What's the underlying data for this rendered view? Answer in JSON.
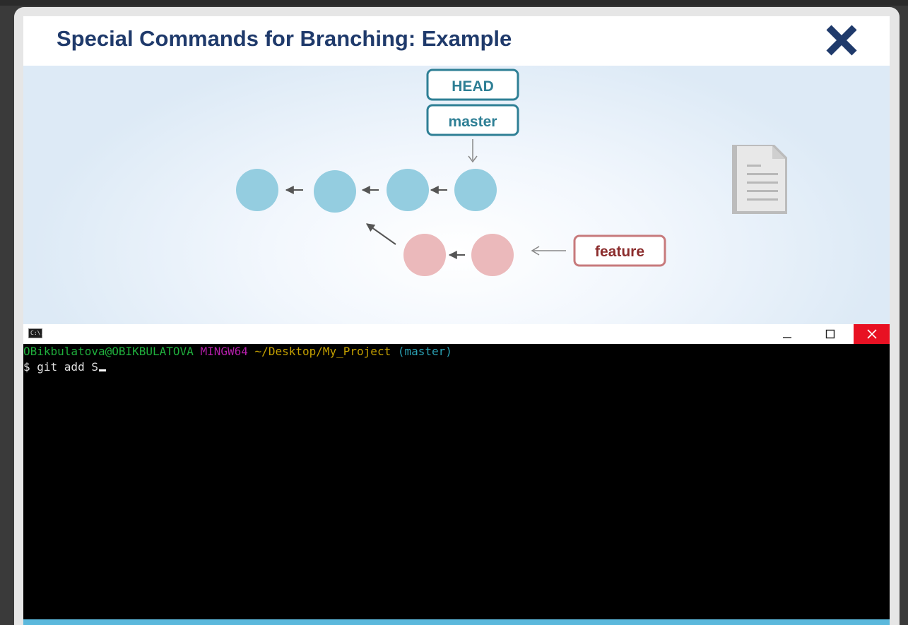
{
  "slide": {
    "title": "Special Commands for Branching: Example"
  },
  "diagram": {
    "labels": {
      "head": "HEAD",
      "master": "master",
      "feature": "feature"
    },
    "colors": {
      "master_commit": "#94cde0",
      "feature_commit": "#ebb9bb",
      "master_label": "#2e7f95",
      "feature_label": "#c77a7c",
      "feature_text": "#8b2c2c",
      "arrow": "#555555"
    },
    "icons": [
      "document-icon"
    ]
  },
  "terminal": {
    "icon_text": "C:\\.",
    "window_buttons": [
      "minimize-icon",
      "maximize-icon",
      "close-icon"
    ],
    "prompt": {
      "user_host": "OBikbulatova@OBIKBULATOVA",
      "shell": "MINGW64",
      "path": "~/Desktop/My_Project",
      "branch": "(master)"
    },
    "command_line": "$ git add S",
    "colors": {
      "user_host": "#1fae3c",
      "shell": "#b21ea8",
      "path": "#c4a000",
      "branch": "#2aa1b3",
      "text": "#e0e0e0"
    }
  }
}
